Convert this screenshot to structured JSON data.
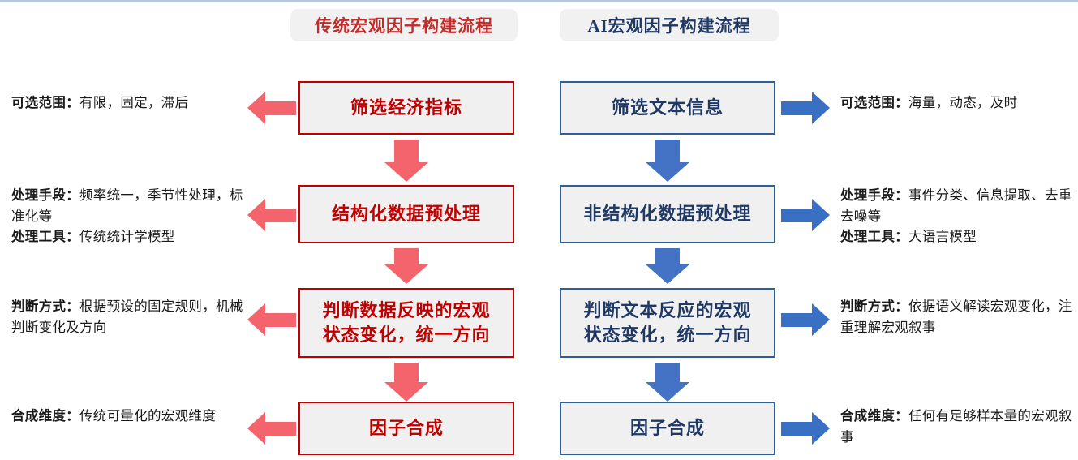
{
  "headers": {
    "traditional": "传统宏观因子构建流程",
    "ai": "AI宏观因子构建流程"
  },
  "colors": {
    "red_border": "#C00000",
    "red_text": "#C00000",
    "red_arrow": "#F4646C",
    "red_side_arrow": "#F4646C",
    "blue_border": "#2E5F98",
    "blue_text": "#1F3864",
    "blue_arrow": "#4472C4",
    "blue_side_arrow": "#3A70C4",
    "box_fill": "#F0F0F0",
    "badge_fill": "#F1F1F1",
    "top_rule": "#B9C8D8"
  },
  "flow_traditional": [
    {
      "label": "筛选经济指标"
    },
    {
      "label": "结构化数据预处理"
    },
    {
      "label": "判断数据反映的宏观\n状态变化，统一方向"
    },
    {
      "label": "因子合成"
    }
  ],
  "flow_ai": [
    {
      "label": "筛选文本信息"
    },
    {
      "label": "非结构化数据预处理"
    },
    {
      "label": "判断文本反应的宏观\n状态变化，统一方向"
    },
    {
      "label": "因子合成"
    }
  ],
  "notes_left": [
    {
      "lines": [
        {
          "bold": "可选范围：",
          "text": "有限，固定，滞后"
        }
      ]
    },
    {
      "lines": [
        {
          "bold": "处理手段：",
          "text": "频率统一，季节性处理，标准化等"
        },
        {
          "bold": "处理工具：",
          "text": "传统统计学模型"
        }
      ]
    },
    {
      "lines": [
        {
          "bold": "判断方式：",
          "text": "根据预设的固定规则，机械判断变化及方向"
        }
      ]
    },
    {
      "lines": [
        {
          "bold": "合成维度：",
          "text": "传统可量化的宏观维度"
        }
      ]
    }
  ],
  "notes_right": [
    {
      "lines": [
        {
          "bold": "可选范围：",
          "text": "海量，动态，及时"
        }
      ]
    },
    {
      "lines": [
        {
          "bold": "处理手段：",
          "text": "事件分类、信息提取、去重去噪等"
        },
        {
          "bold": "处理工具：",
          "text": "大语言模型"
        }
      ]
    },
    {
      "lines": [
        {
          "bold": "判断方式：",
          "text": "依据语义解读宏观变化，注重理解宏观叙事"
        }
      ]
    },
    {
      "lines": [
        {
          "bold": "合成维度：",
          "text": "任何有足够样本量的宏观叙事"
        }
      ]
    }
  ],
  "icons": {
    "down_arrow": "down-arrow-icon",
    "left_arrow": "left-arrow-icon",
    "right_arrow": "right-arrow-icon"
  }
}
